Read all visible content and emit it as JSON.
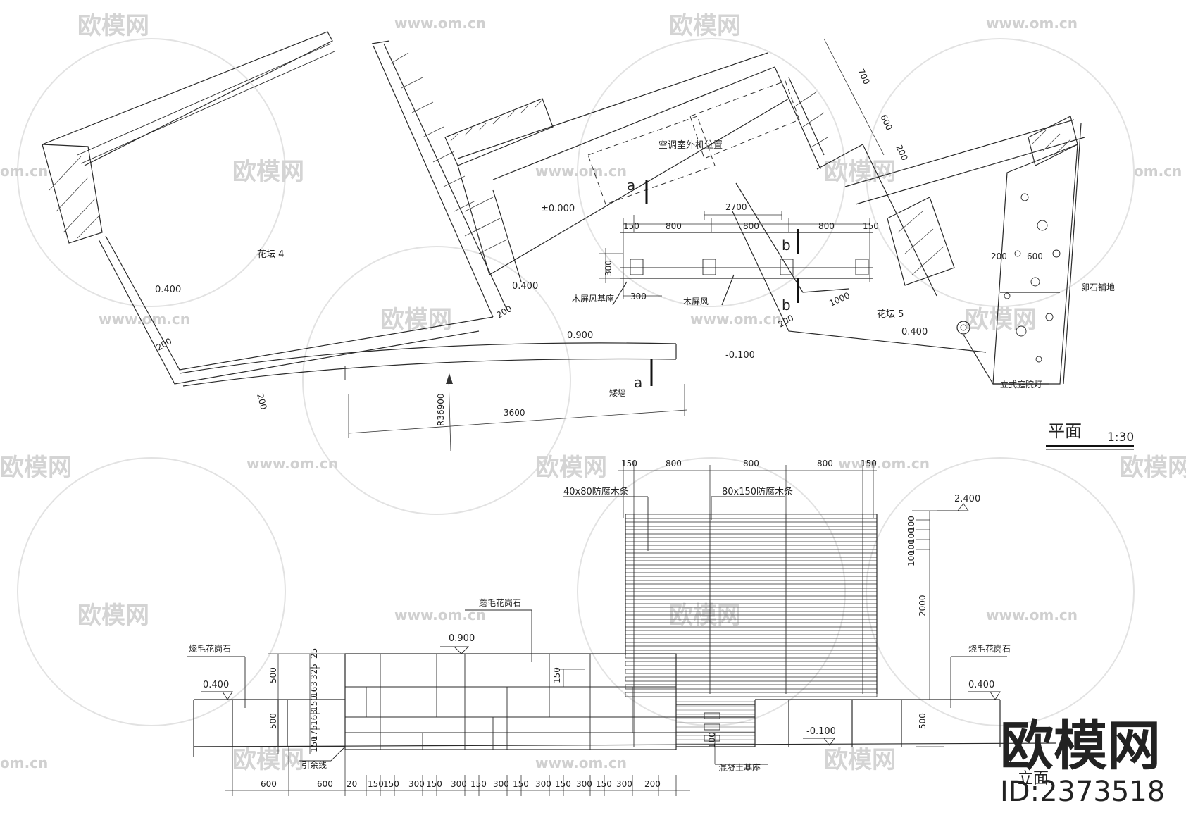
{
  "watermark": {
    "brand": "欧模网",
    "url": "www.om.cn",
    "url_partial": "om.cn",
    "id_label": "ID:2373518"
  },
  "plan": {
    "title": "平面",
    "scale": "1:30",
    "labels": {
      "bed4": "花坛 4",
      "bed5": "花坛 5",
      "ac_unit": "空调室外机位置",
      "screen_base": "木屏风基座",
      "screen": "木屏风",
      "low_wall": "矮墙",
      "pebble": "卵石铺地",
      "garden_light": "立式庭院灯"
    },
    "levels": {
      "zero": "±0.000",
      "l_0400": "0.400",
      "l_0900": "0.900",
      "l_m0100": "-0.100"
    },
    "section_marks": {
      "a": "a",
      "b": "b"
    },
    "dims": {
      "d700": "700",
      "d600": "600",
      "d200": "200",
      "d2700": "2700",
      "d800": "800",
      "d150": "150",
      "d300": "300",
      "d1000": "1000",
      "d3600": "3600",
      "r36900": "R36900"
    }
  },
  "elevation": {
    "title": "立面",
    "labels": {
      "strip_40x80": "40x80防腐木条",
      "strip_80x150": "80x150防腐木条",
      "granite_mushroom": "蘑毛花岗石",
      "granite_flamed_left": "烧毛花岗石",
      "granite_flamed_right": "烧毛花岗石",
      "concrete_base": "混凝土基座",
      "drip_line": "引余线"
    },
    "levels": {
      "l_2400": "2.400",
      "l_0900": "0.900",
      "l_0400_left": "0.400",
      "l_0400_right": "0.400",
      "l_m0100": "-0.100"
    },
    "top_dims": [
      "150",
      "800",
      "800",
      "800",
      "150"
    ],
    "side_dims": [
      "25",
      "325",
      "163",
      "150",
      "163",
      "175",
      "150",
      "500",
      "500"
    ],
    "right_dims": [
      "100",
      "100",
      "100",
      "100",
      "2000",
      "500"
    ],
    "bottom_dims": [
      "600",
      "600",
      "20",
      "150",
      "150",
      "300",
      "150",
      "300",
      "150",
      "300",
      "150",
      "300",
      "150",
      "300",
      "150",
      "300",
      "200"
    ],
    "tick150": "150",
    "tick100": "100"
  }
}
